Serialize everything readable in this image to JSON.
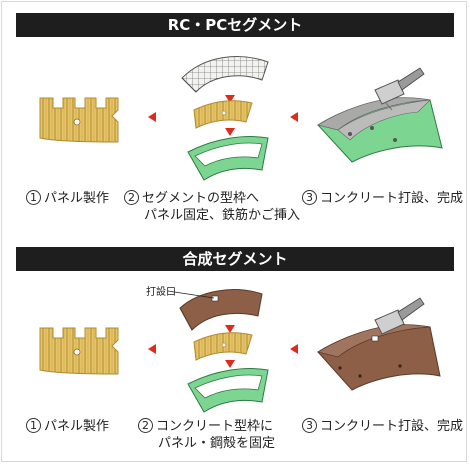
{
  "section1": {
    "title": "RC・PCセグメント",
    "steps": [
      {
        "num": "1",
        "text": "パネル製作"
      },
      {
        "num": "2",
        "line1": "セグメントの型枠へ",
        "line2": "パネル固定、鉄筋かご挿入"
      },
      {
        "num": "3",
        "text": "コンクリート打設、完成"
      }
    ]
  },
  "section2": {
    "title": "合成セグメント",
    "callout": "打設口",
    "steps": [
      {
        "num": "1",
        "text": "パネル製作"
      },
      {
        "num": "2",
        "line1": "コンクリート型枠に",
        "line2": "パネル・鋼殻を固定"
      },
      {
        "num": "3",
        "text": "コンクリート打設、完成"
      }
    ]
  },
  "colors": {
    "panel": "#e6c56a",
    "panel_line": "#b18a2e",
    "green": "#7cd692",
    "green_dark": "#3f9a55",
    "concrete": "#a9aaa8",
    "steel": "#8c5f46",
    "arrow": "#e02a1a"
  }
}
